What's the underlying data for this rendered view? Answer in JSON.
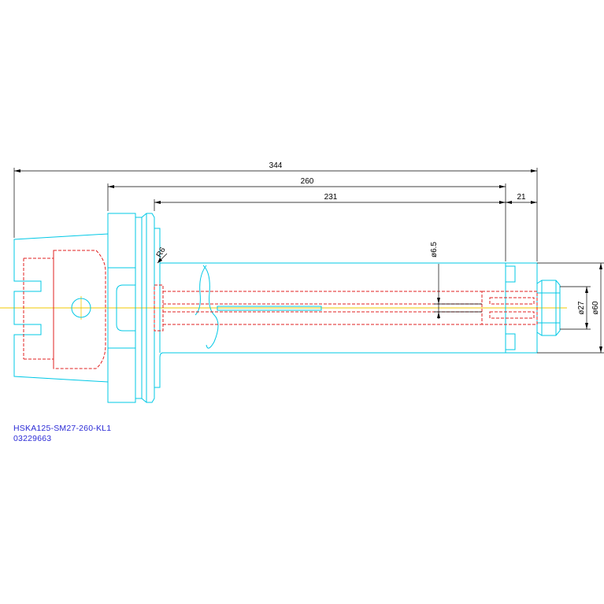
{
  "dimensions": {
    "overall_length": "344",
    "gauge_length": "260",
    "body_length": "231",
    "nose_length": "21",
    "radius": "R6",
    "bore_diameter": "ø6.5",
    "pilot_diameter": "ø27",
    "body_diameter": "ø60"
  },
  "title_block": {
    "part_name": "HSKA125-SM27-260-KL1",
    "part_number": "03229663"
  },
  "colors": {
    "outline": "#00c8e6",
    "hidden": "#e02020",
    "centerline": "#f0c800",
    "dimension": "#000000",
    "caption": "#2b2bd6"
  }
}
